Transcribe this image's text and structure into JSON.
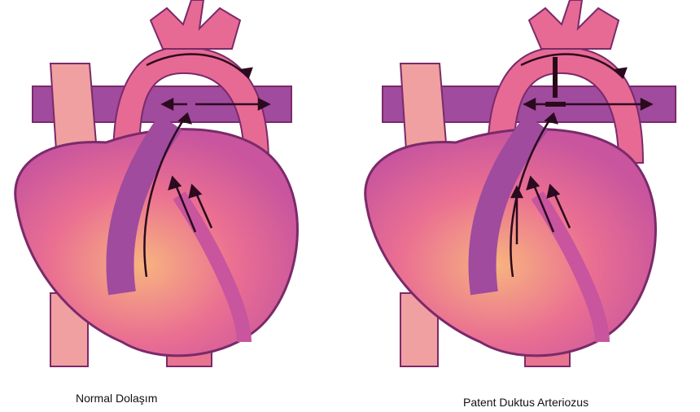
{
  "panels": [
    {
      "caption": "Normal Dolaşım",
      "variant": "normal"
    },
    {
      "caption": "Patent Duktus Arteriozus",
      "variant": "pda"
    }
  ],
  "colors": {
    "outline": "#7a2a6a",
    "heart_wall": "#c8559e",
    "chamber": "#e9748f",
    "chamber_light": "#f6b07e",
    "pulmonary": "#a04b9d",
    "vein": "#f0a0a0",
    "duct_marker": "#2a0a1a",
    "arrow": "#2b0a1f"
  }
}
